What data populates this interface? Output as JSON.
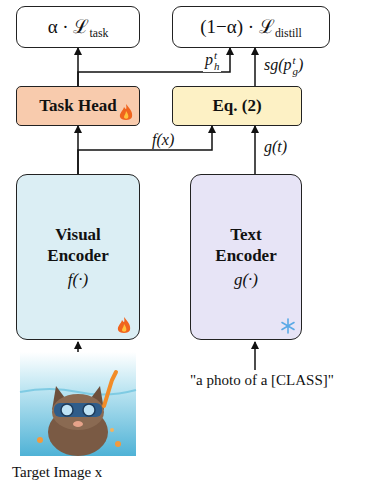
{
  "diagram": {
    "nodes": [
      {
        "text": [
          "α · ℒ",
          "task"
        ]
      },
      {
        "text": [
          "(1−α) · ℒ",
          "distill"
        ]
      },
      {
        "text": [
          "Task Head"
        ]
      },
      {
        "text": [
          "Eq. (2)"
        ]
      },
      {
        "text": [
          "Visual Encoder",
          "f(·)"
        ]
      },
      {
        "text": [
          "Text Encoder",
          "g(·)"
        ]
      }
    ],
    "edges": [
      {
        "from": 2,
        "to": 0,
        "arrow": "to"
      },
      {
        "from": 2,
        "to": 1,
        "arrow": "to"
      },
      {
        "from": 3,
        "to": 1,
        "arrow": "to"
      },
      {
        "from": 4,
        "to": 2,
        "arrow": "to"
      },
      {
        "from": 4,
        "to": 3,
        "arrow": "to",
        "label": "f(x)"
      },
      {
        "from": 5,
        "to": 3,
        "arrow": "to",
        "label": "g(t)"
      }
    ],
    "labels": [
      "p",
      "h",
      "t",
      "sg(p",
      "g",
      "t",
      ")",
      "\"a photo of a [CLASS]\"",
      "Target Image x"
    ]
  }
}
